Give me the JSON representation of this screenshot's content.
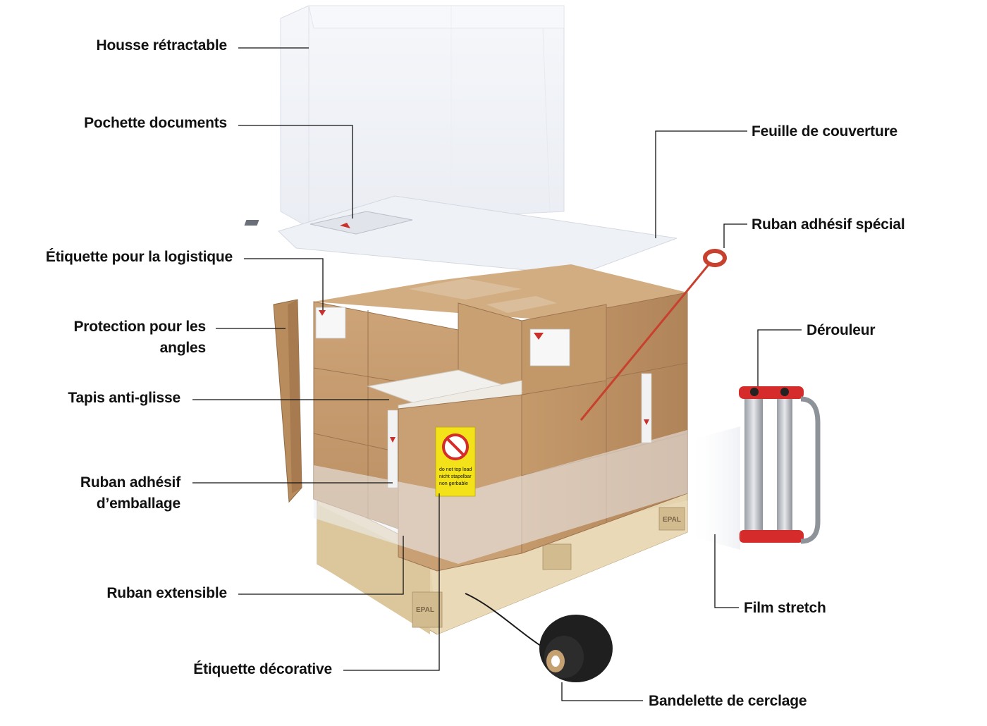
{
  "labels": {
    "housse": "Housse rétractable",
    "pochette": "Pochette documents",
    "feuille": "Feuille de couverture",
    "ruban_special": "Ruban adhésif spécial",
    "etiquette_logistique": "Étiquette pour la logistique",
    "protection_line1": "Protection pour les",
    "protection_line2": "angles",
    "derouleur": "Dérouleur",
    "tapis": "Tapis anti-glisse",
    "ruban_emballage_line1": "Ruban adhésif",
    "ruban_emballage_line2": "d’emballage",
    "ruban_extensible": "Ruban extensible",
    "film_stretch": "Film stretch",
    "etiquette_decorative": "Étiquette décorative",
    "bandelette": "Bandelette de cerclage"
  },
  "sign": {
    "line1": "do not top load",
    "line2": "nicht stapelbar",
    "line3": "non gerbable"
  },
  "pallet_mark": "EPAL",
  "colors": {
    "cardboard": "#c49a6c",
    "cardboard_dark": "#a97d52",
    "pallet_wood": "#e3cfa8",
    "accent_red": "#d62b2b",
    "sign_yellow": "#f3e21a",
    "strap_black": "#1a1a1a"
  }
}
